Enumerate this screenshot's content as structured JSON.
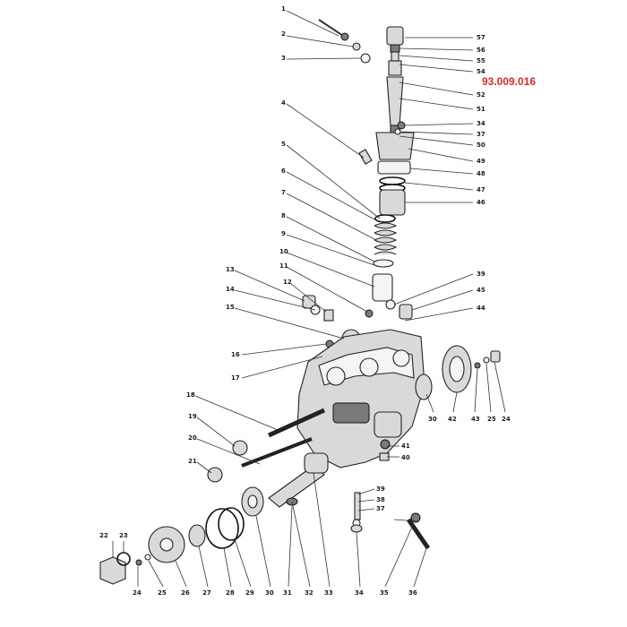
{
  "part_code": "93.009.016",
  "colors": {
    "code": "#d62828",
    "ink": "#222222"
  },
  "labels": [
    "1",
    "2",
    "3",
    "4",
    "5",
    "6",
    "7",
    "8",
    "9",
    "10",
    "11",
    "12",
    "13",
    "14",
    "15",
    "16",
    "17",
    "18",
    "19",
    "20",
    "21",
    "57",
    "56",
    "55",
    "54",
    "52",
    "51",
    "34",
    "37",
    "50",
    "49",
    "48",
    "47",
    "46",
    "39",
    "45",
    "44",
    "30",
    "42",
    "43",
    "25",
    "24",
    "41",
    "40",
    "39",
    "38",
    "37",
    "36",
    "35",
    "34",
    "33",
    "32",
    "31",
    "30",
    "29",
    "28",
    "27",
    "26",
    "25",
    "24",
    "23",
    "22"
  ]
}
